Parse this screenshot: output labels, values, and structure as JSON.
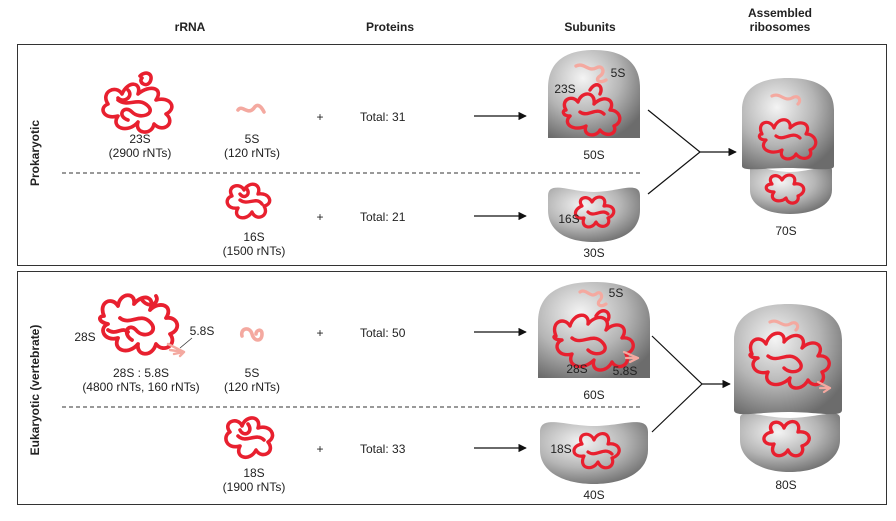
{
  "headers": {
    "rrna": "rRNA",
    "proteins": "Proteins",
    "subunits": "Subunits",
    "assembled": "Assembled",
    "ribosomes": "ribosomes"
  },
  "prokaryotic": {
    "side_label": "Prokaryotic",
    "large": {
      "rna1_name": "23S",
      "rna1_size": "(2900 rNTs)",
      "rna2_name": "5S",
      "rna2_size": "(120 rNTs)",
      "plus": "+",
      "proteins": "Total:  31",
      "subunit_rna1": "23S",
      "subunit_rna2": "5S",
      "subunit": "50S"
    },
    "small": {
      "rna_name": "16S",
      "rna_size": "(1500 rNTs)",
      "plus": "+",
      "proteins": "Total:  21",
      "subunit_rna": "16S",
      "subunit": "30S"
    },
    "ribosome": "70S"
  },
  "eukaryotic": {
    "side_label": "Eukaryotic (vertebrate)",
    "large": {
      "rna1_name": "28S",
      "rna1b_name": "5.8S",
      "rna1_combined": "28S : 5.8S",
      "rna1_size": "(4800 rNTs, 160 rNTs)",
      "rna2_name": "5S",
      "rna2_size": "(120 rNTs)",
      "plus": "+",
      "proteins": "Total:  50",
      "subunit_rna1": "28S",
      "subunit_rna2": "5S",
      "subunit_rna3": "5.8S",
      "subunit": "60S"
    },
    "small": {
      "rna_name": "18S",
      "rna_size": "(1900 rNTs)",
      "plus": "+",
      "proteins": "Total:  33",
      "subunit_rna": "18S",
      "subunit": "40S"
    },
    "ribosome": "80S"
  },
  "colors": {
    "rna_red": "#e8202f",
    "rna_pink": "#f4a9a0",
    "subunit_gray": "#b8b8b8"
  }
}
